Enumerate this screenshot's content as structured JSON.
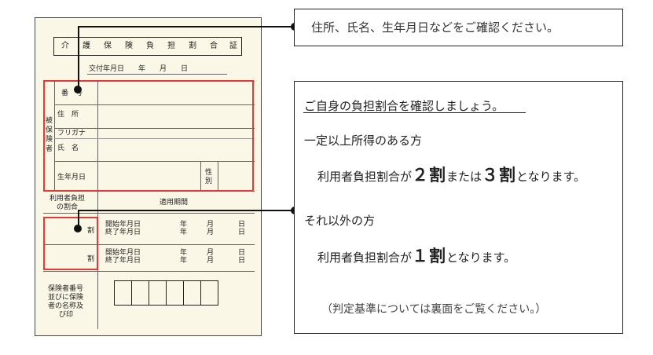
{
  "card": {
    "title_chars": [
      "介",
      "護",
      "保",
      "険",
      "負",
      "担",
      "割",
      "合",
      "証"
    ],
    "issue_date": "交付年月日　　年　　月　　日",
    "insured_label_chars": [
      "被",
      "保",
      "険",
      "者"
    ],
    "number_label": "番　号",
    "address_label": "住　所",
    "furigana_label": "フリガナ",
    "name_label": "氏　名",
    "birth_label": "生年月日",
    "sex_label_lines": [
      "性",
      "別"
    ],
    "ratio_header_lines": [
      "利用者負担",
      "の割合"
    ],
    "period_header": "適用期間",
    "wari": "割",
    "start_label": "開始年月日",
    "end_label": "終了年月日",
    "year": "年",
    "month": "月",
    "day": "日",
    "insurer_lines": [
      "保険者番号",
      "並びに保険",
      "者の名称及",
      "び印"
    ]
  },
  "callout1": {
    "text": "住所、氏名、生年月日などをご確認ください。"
  },
  "callout2": {
    "heading": "ご自身の負担割合を確認しましょう。",
    "section1_title": "一定以上所得のある方",
    "s1_prefix": "利用者負担割合が",
    "s1_num1": "２割",
    "s1_mid": "または",
    "s1_num2": "３割",
    "s1_suffix": "となります。",
    "section2_title": "それ以外の方",
    "s2_prefix": "利用者負担割合が",
    "s2_num": "１割",
    "s2_suffix": "となります。",
    "note": "（判定基準については裏面をご覧ください。）"
  },
  "colors": {
    "card_bg": "#fbf7e6",
    "highlight_red": "#e53935",
    "connector": "#111111"
  }
}
